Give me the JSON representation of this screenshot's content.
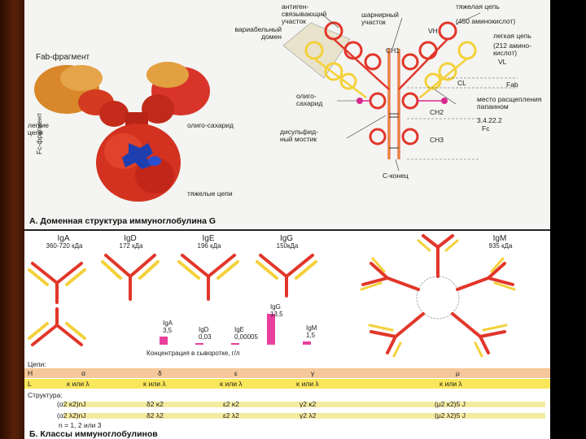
{
  "section_a": {
    "heading": "А. Доменная структура иммуноглобулина G",
    "labels": {
      "fab_fragment": "Fab-фрагмент",
      "variable_domain": "вариабельный домен",
      "antigen_site": "антиген-связывающий участок",
      "hinge": "шарнирный участок",
      "heavy_chain": "тяжелая цепь",
      "heavy_chain_note": "(450 аминокислот)",
      "vh": "VH",
      "ch1": "CH1",
      "light_chain": "легкие цепи",
      "light_chain_r": "легкая цепь",
      "light_chain_note": "(212 амино-кислот)",
      "vl": "VL",
      "cl": "CL",
      "fab_r": "Fab",
      "oligo_l": "олиго-сахарид",
      "oligo_r": "олиго-сахарид",
      "cleavage": "место расщепления папаином",
      "cleavage_note": "3.4.22.2",
      "ch2": "CH2",
      "fc": "Fc",
      "disulfide": "дисульфид-ный мостик",
      "ch3": "CH3",
      "c_end": "C-конец",
      "fc_fragment": "Fc-фрагмент",
      "heavy_chains": "тяжелые цепи"
    }
  },
  "section_b": {
    "heading": "Б. Классы иммуноглобулинов",
    "classes": [
      {
        "name": "IgA",
        "mass": "360-720 кДа"
      },
      {
        "name": "IgD",
        "mass": "172 кДа"
      },
      {
        "name": "IgE",
        "mass": "196 кДа"
      },
      {
        "name": "IgG",
        "mass": "150кДа"
      },
      {
        "name": "IgM",
        "mass": "935 кДа"
      }
    ],
    "concentration": {
      "caption": "Концентрация в сыворотке, г/л",
      "items": [
        {
          "label": "IgA",
          "value": "3,5",
          "level": 3.5
        },
        {
          "label": "IgD",
          "value": "0,03",
          "level": 0.03
        },
        {
          "label": "IgE",
          "value": "0,00005",
          "level": 5e-05
        },
        {
          "label": "IgG",
          "value": "13,5",
          "level": 13.5
        },
        {
          "label": "IgM",
          "value": "1,5",
          "level": 1.5
        }
      ]
    },
    "table": {
      "chains_label": "Цепи:",
      "h_label": "H",
      "h_values": [
        "α",
        "δ",
        "ε",
        "γ",
        "μ"
      ],
      "l_label": "L",
      "l_values": [
        "κ или λ",
        "κ или λ",
        "κ или λ",
        "κ или λ",
        "κ или λ"
      ],
      "structure_label": "Структура:",
      "structure_row1": [
        "(α2 κ2)nJ",
        "δ2 κ2",
        "ε2 κ2",
        "γ2 κ2",
        "(μ2 κ2)5 J"
      ],
      "structure_row2": [
        "(α2 λ2)nJ",
        "δ2 λ2",
        "ε2 λ2",
        "γ2 λ2",
        "(μ2 λ2)5 J"
      ],
      "footnote": "n = 1, 2 или 3"
    }
  },
  "colors": {
    "heavy_chain": "#e2362a",
    "light_chain": "#f4d13a",
    "oligosaccharide": "#d8288b",
    "bar": "#e83f9c",
    "row_orange": "#f5c79a",
    "row_yellow": "#f8e65b"
  }
}
